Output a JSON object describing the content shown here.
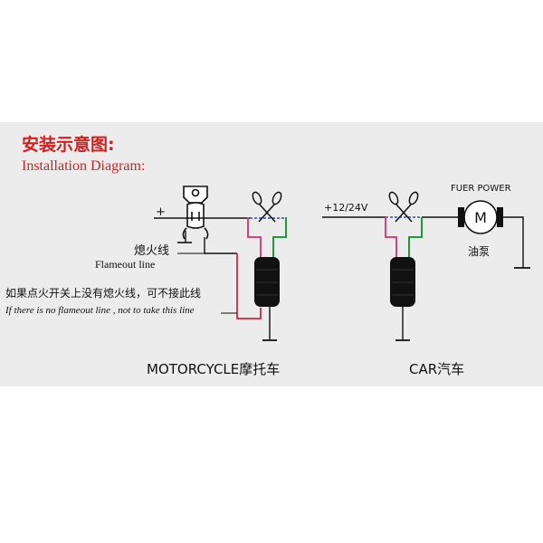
{
  "title_cn": "安装示意图:",
  "title_en": "Installation Diagram:",
  "plus_sign": "+",
  "flameout_cn": "熄火线",
  "flameout_en": "Flameout line",
  "note_cn": "如果点火开关上没有熄火线，可不接此线",
  "note_en": "If there is no flameout line , not to take this line",
  "car_voltage": "+12/24V",
  "fuel_power": "FUER POWER",
  "motor_letter": "M",
  "fuel_pump_cn": "油泵",
  "motorcycle_label": "MOTORCYCLE摩托车",
  "car_label": "CAR汽车",
  "colors": {
    "title_red": "#d21f1f",
    "wire_red": "#d8243a",
    "wire_pink": "#e0407a",
    "wire_green": "#1f9a3a",
    "wire_blue": "#2a4fa0",
    "line_black": "#111111",
    "band_bg": "#ececec"
  }
}
